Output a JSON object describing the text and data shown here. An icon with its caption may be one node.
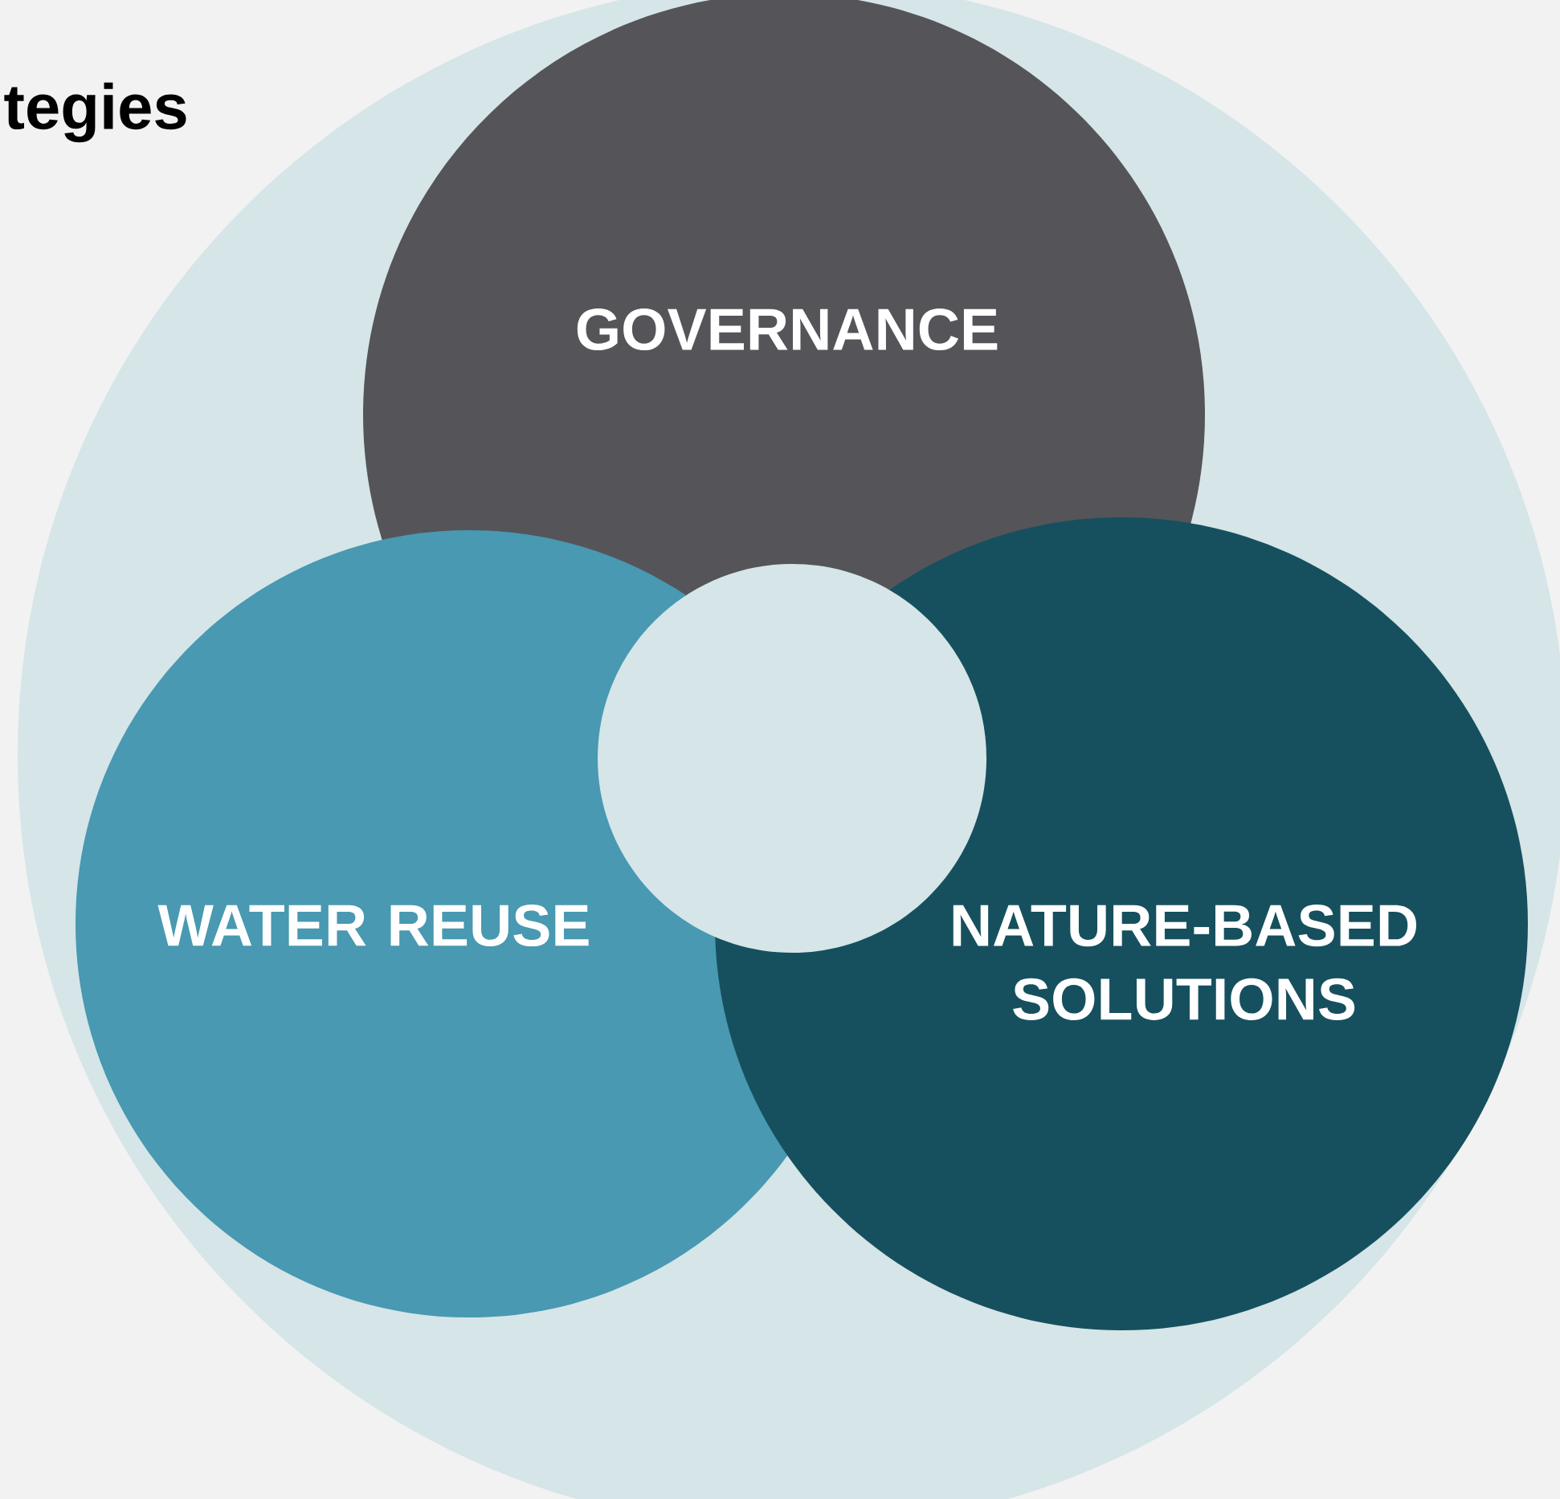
{
  "diagram": {
    "title": "tegies",
    "nodes": [
      {
        "text": [],
        "shape": "circle"
      },
      {
        "text": [
          "GOVERNANCE"
        ],
        "in": 0
      },
      {
        "text": [
          "WATER REUSE"
        ],
        "in": 0
      },
      {
        "text": [
          "NATURE-BASED SOLUTIONS"
        ],
        "in": 0
      },
      {
        "text": [],
        "shape": "circle",
        "in": 0
      }
    ]
  }
}
